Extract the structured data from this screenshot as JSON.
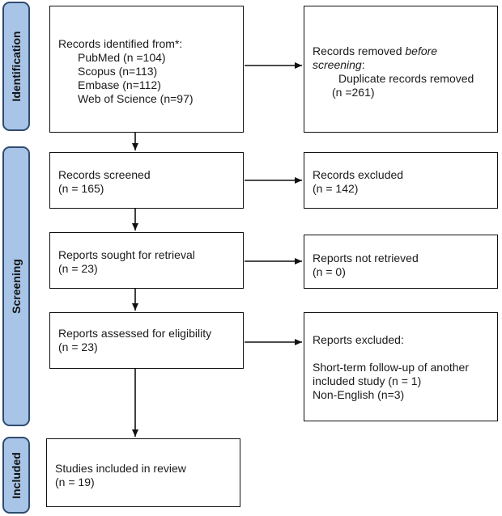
{
  "phases": {
    "identification": "Identification",
    "screening": "Screening",
    "included": "Included"
  },
  "identified": {
    "title": "Records identified from*:",
    "sources": [
      "PubMed (n =104)",
      "Scopus (n=113)",
      "Embase (n=112)",
      "Web of Science (n=97)"
    ]
  },
  "removed": {
    "title_prefix": "Records removed ",
    "title_italic": "before",
    "title_suffix": "screening",
    "colon": ":",
    "detail": "Duplicate records removed",
    "count": "(n =261)"
  },
  "screened": {
    "title": "Records screened",
    "count": "(n = 165)"
  },
  "excluded": {
    "title": "Records excluded",
    "count": "(n = 142)"
  },
  "sought": {
    "title": "Reports sought for retrieval",
    "count": "(n = 23)"
  },
  "not_retrieved": {
    "title": "Reports not retrieved",
    "count": "(n = 0)"
  },
  "assessed": {
    "title": "Reports assessed for eligibility",
    "count": "(n = 23)"
  },
  "reports_excluded": {
    "title": "Reports excluded:",
    "reason1_line1": "Short-term follow-up of another",
    "reason1_line2": "included study (n = 1)",
    "reason2": "Non-English (n=3)"
  },
  "included": {
    "title": "Studies included in review",
    "count": "(n = 19)"
  }
}
